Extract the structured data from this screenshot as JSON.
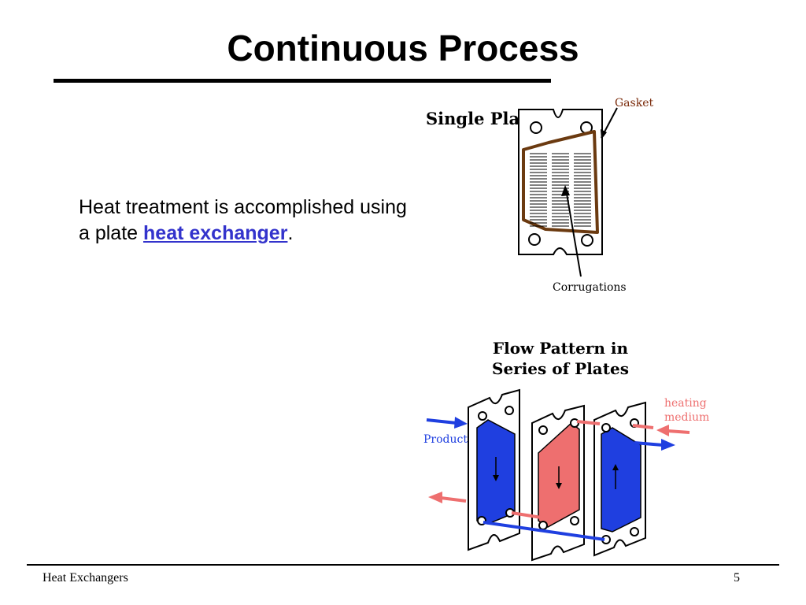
{
  "slide": {
    "title": "Continuous Process",
    "body_text_before": "Heat treatment is accomplished using a plate ",
    "body_link": "heat exchanger",
    "body_text_after": "."
  },
  "single_plate_figure": {
    "title": "Single Plate",
    "gasket_label": "Gasket",
    "corrugations_label": "Corrugations"
  },
  "flow_figure": {
    "title_line1": "Flow Pattern in",
    "title_line2": "Series of Plates",
    "product_label": "Product",
    "heating_label_line1": "heating",
    "heating_label_line2": "medium"
  },
  "footer": {
    "left": "Heat Exchangers",
    "page_number": "5"
  },
  "colors": {
    "product_blue": "#1f3fe0",
    "heating_red": "#ee6f6f",
    "gasket_brown": "#6b3a10",
    "link_blue": "#3333cc"
  }
}
